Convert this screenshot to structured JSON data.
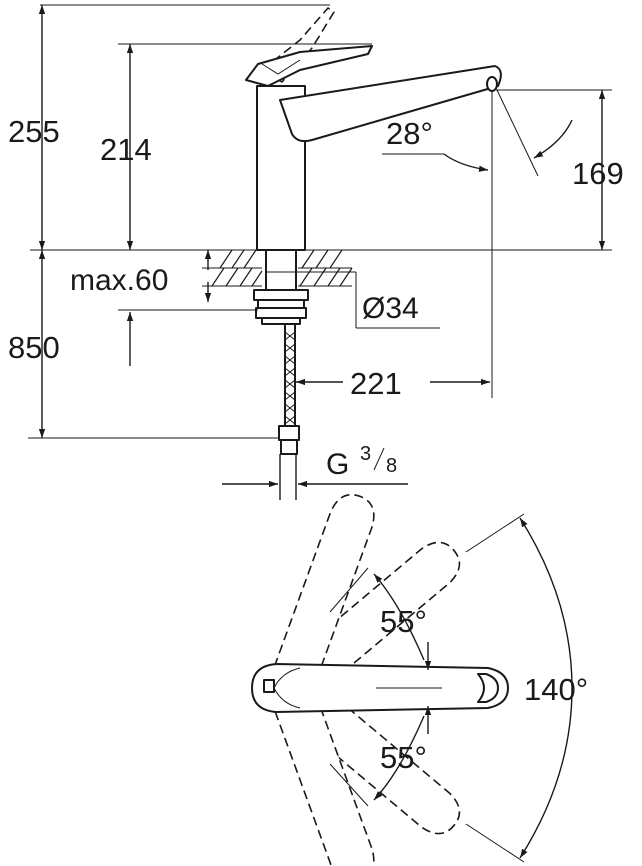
{
  "side_view": {
    "total_height": "255",
    "spout_height": "214",
    "outlet_height": "169",
    "spout_angle": "28°",
    "max_deck": "max.60",
    "hole_diameter": "Ø34",
    "below_deck": "850",
    "reach": "221",
    "connection_main": "G",
    "connection_num": "3",
    "connection_den": "8"
  },
  "top_view": {
    "left_swing": "55°",
    "right_swing": "55°",
    "total_rotation": "140°"
  }
}
